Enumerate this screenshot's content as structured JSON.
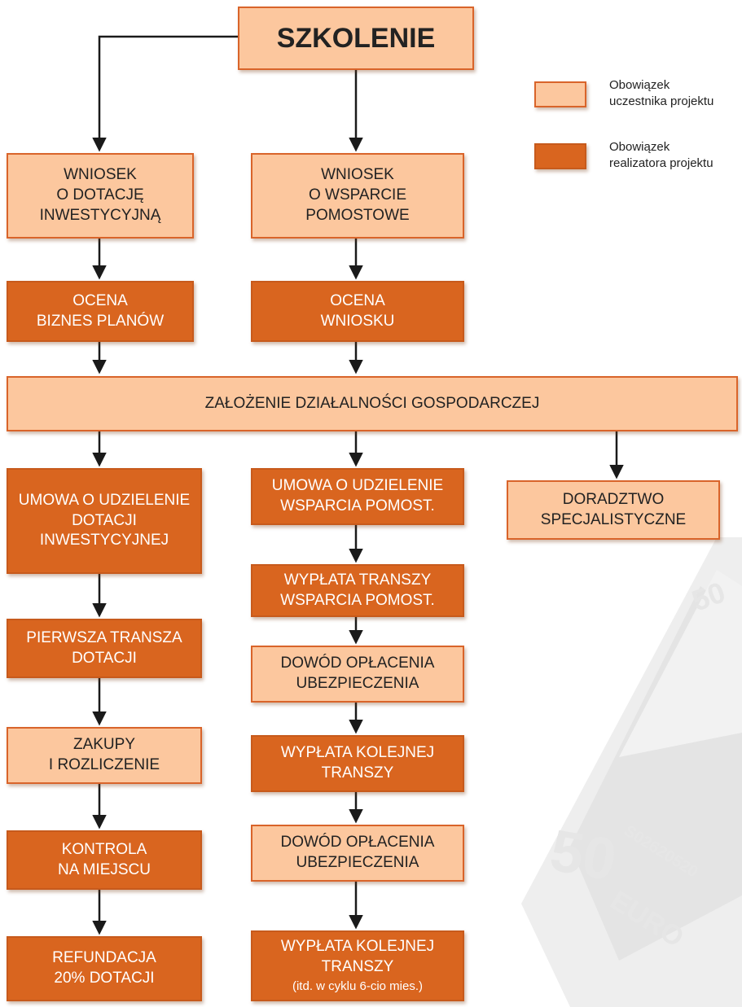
{
  "colors": {
    "participant": "#fcc79e",
    "implementer": "#d9651f",
    "border": "#d9642a",
    "arrow": "#1a1a1a"
  },
  "legend": {
    "participant": [
      "Obowiązek",
      "uczestnika projektu"
    ],
    "implementer": [
      "Obowiązek",
      "realizatora projektu"
    ]
  },
  "background_banknote": {
    "icon": "euro-banknote-50-icon",
    "numbers": [
      "50",
      "50"
    ],
    "serial": "S02620520",
    "currency": "EURO"
  },
  "nodes": {
    "szkolenie": [
      "SZKOLENIE"
    ],
    "wniosek_dotacja": [
      "WNIOSEK",
      "O DOTACJĘ",
      "INWESTYCYJNĄ"
    ],
    "wniosek_wsparcie": [
      "WNIOSEK",
      "O WSPARCIE",
      "POMOSTOWE"
    ],
    "ocena_biznes": [
      "OCENA",
      "BIZNES PLANÓW"
    ],
    "ocena_wniosku": [
      "OCENA",
      "WNIOSKU"
    ],
    "zalozenie": [
      "ZAŁOŻENIE DZIAŁALNOŚCI GOSPODARCZEJ"
    ],
    "umowa_dotacja": [
      "UMOWA O UDZIELENIE",
      "DOTACJI",
      "INWESTYCYJNEJ"
    ],
    "umowa_wsparcie": [
      "UMOWA O UDZIELENIE",
      "WSPARCIA POMOST."
    ],
    "doradztwo": [
      "DORADZTWO",
      "SPECJALISTYCZNE"
    ],
    "wyplata_transzy": [
      "WYPŁATA TRANSZY",
      "WSPARCIA POMOST."
    ],
    "pierwsza_transza": [
      "PIERWSZA TRANSZA",
      "DOTACJI"
    ],
    "dowod_1": [
      "DOWÓD OPŁACENIA",
      "UBEZPIECZENIA"
    ],
    "zakupy": [
      "ZAKUPY",
      "I ROZLICZENIE"
    ],
    "wyplata_kolejnej_1": [
      "WYPŁATA KOLEJNEJ",
      "TRANSZY"
    ],
    "kontrola": [
      "KONTROLA",
      "NA MIEJSCU"
    ],
    "dowod_2": [
      "DOWÓD OPŁACENIA",
      "UBEZPIECZENIA"
    ],
    "refundacja": [
      "REFUNDACJA",
      "20% DOTACJI"
    ],
    "wyplata_kolejnej_2": [
      "WYPŁATA KOLEJNEJ",
      "TRANSZY"
    ],
    "wyplata_kolejnej_2_note": "(itd. w cyklu 6-cio mies.)"
  }
}
